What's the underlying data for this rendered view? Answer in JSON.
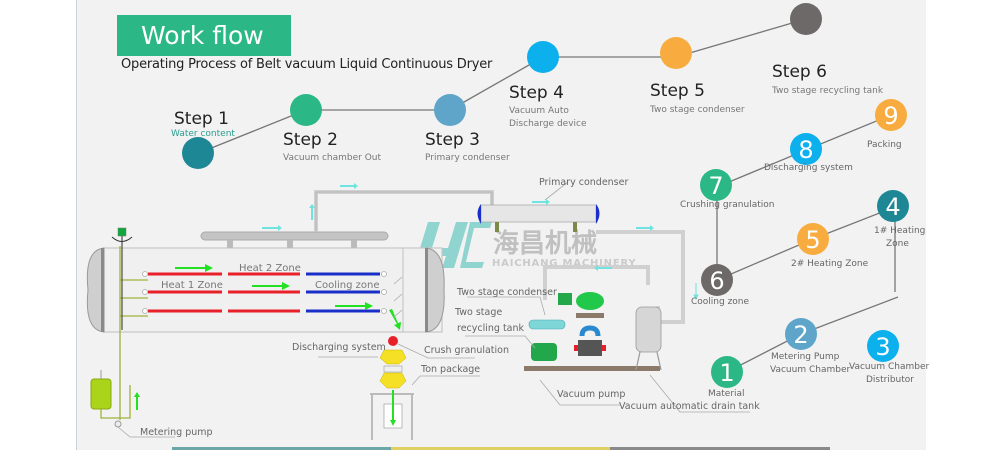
{
  "header": {
    "title": "Work flow",
    "subtitle": "Operating Process of Belt vacuum Liquid Continuous Dryer"
  },
  "colors": {
    "panel_bg": "#f2f2f2",
    "title_green": "#2bb886",
    "step1": "#1e8796",
    "step2": "#2bb886",
    "step3": "#5ea5c9",
    "step4": "#0cb0ec",
    "step5": "#f8ac3f",
    "step6": "#6d6969",
    "heat": "#e8202a",
    "cooling": "#1a2fc9",
    "flow_arrow": "#22e022",
    "water_arrow": "#6fe3df"
  },
  "steps": [
    {
      "title": "Step 1",
      "sub": "Water content"
    },
    {
      "title": "Step 2",
      "sub": "Vacuum chamber  Out"
    },
    {
      "title": "Step 3",
      "sub": "Primary condenser"
    },
    {
      "title": "Step 4",
      "sub_line1": "Vacuum Auto",
      "sub_line2": "Discharge device"
    },
    {
      "title": "Step 5",
      "sub": "Two stage condenser"
    },
    {
      "title": "Step 6",
      "sub": "Two stage recycling tank"
    }
  ],
  "numbered": [
    {
      "n": "1",
      "label": "Material"
    },
    {
      "n": "2",
      "label_line1": "Metering Pump",
      "label_line2": "Vacuum Chamber"
    },
    {
      "n": "3",
      "label_line1": "Vacuum Chamber",
      "label_line2": "Distributor"
    },
    {
      "n": "4",
      "label_line1": "1# Heating",
      "label_line2": "Zone"
    },
    {
      "n": "5",
      "label": "2# Heating Zone"
    },
    {
      "n": "6",
      "label": "Cooling zone"
    },
    {
      "n": "7",
      "label": "Crushing granulation"
    },
    {
      "n": "8",
      "label": "Discharging system"
    },
    {
      "n": "9",
      "label": "Packing"
    }
  ],
  "diagram": {
    "zones": {
      "heat2": "Heat 2 Zone",
      "heat1": "Heat 1 Zone",
      "cooling": "Cooling zone"
    },
    "labels": {
      "primary_condenser": "Primary condenser",
      "two_stage_condenser": "Two stage condenser",
      "two_stage_recycling_line1": "Two stage",
      "two_stage_recycling_line2": "recycling tank",
      "discharging_system": "Discharging system",
      "crush_granulation": "Crush granulation",
      "ton_package": "Ton package",
      "vacuum_pump": "Vacuum pump",
      "vacuum_drain_tank": "Vacuum automatic drain tank",
      "metering_pump": "Metering pump"
    },
    "watermark": {
      "chinese": "海昌机械",
      "english": "HAICHANG MACHINERY"
    }
  },
  "bottom_bar": [
    "#6aa7a6",
    "#e0cf62",
    "#8a8a8a"
  ]
}
